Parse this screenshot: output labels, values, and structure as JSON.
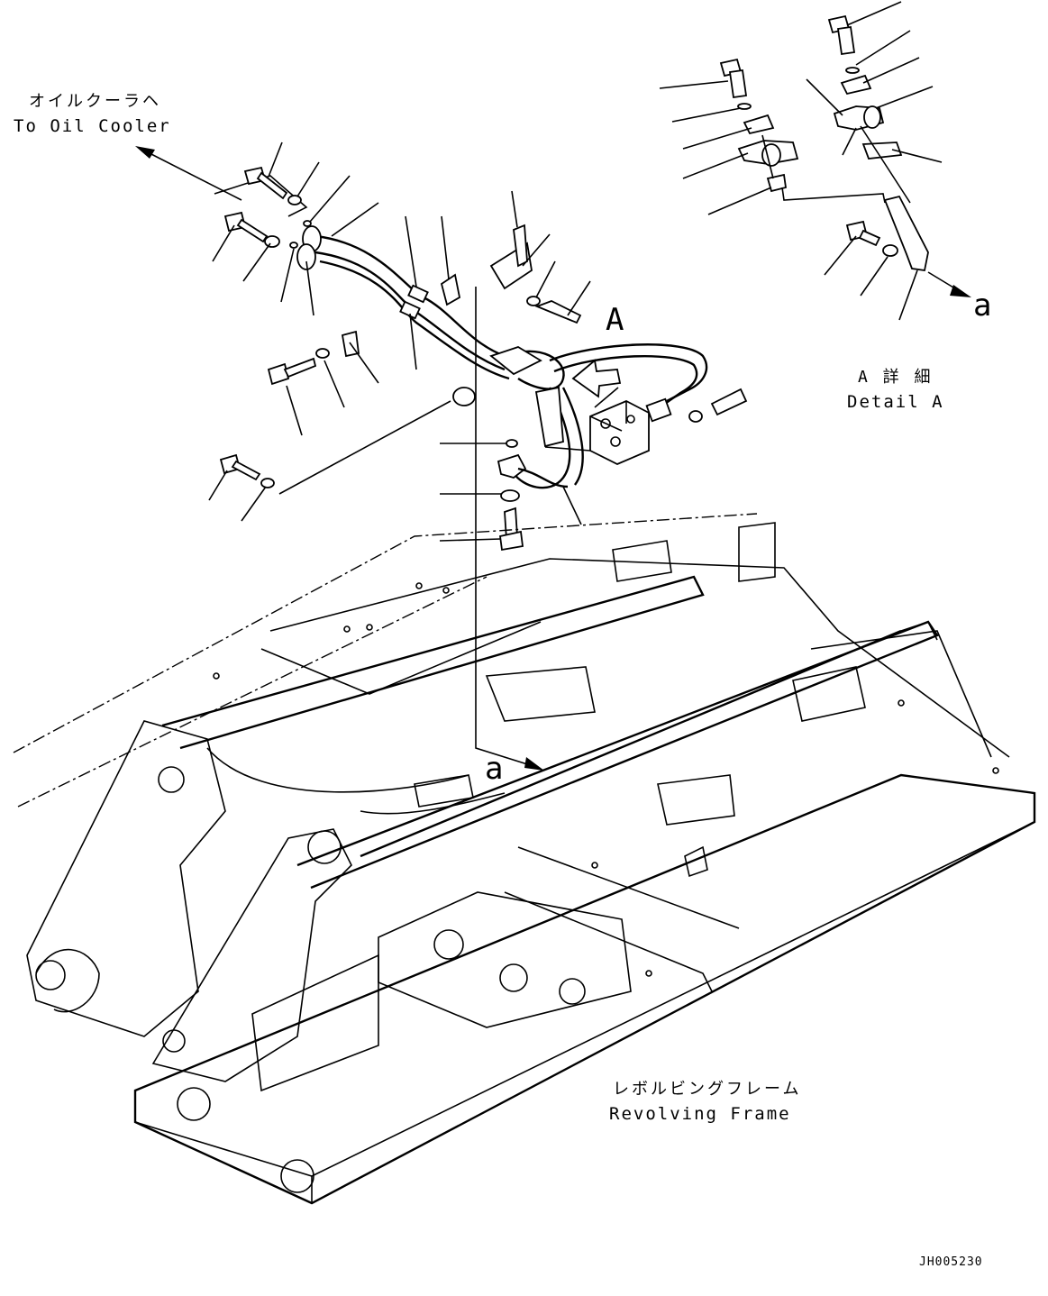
{
  "labels": {
    "to_oil_cooler_jp": "オイルクーラヘ",
    "to_oil_cooler_en": "To Oil Cooler",
    "detail_jp": "A 詳 細",
    "detail_en": "Detail A",
    "frame_jp": "レボルビングフレーム",
    "frame_en": "Revolving Frame",
    "ref_A": "A",
    "ref_a_top": "a",
    "ref_a_frame": "a",
    "drawing_code": "JH005230"
  }
}
